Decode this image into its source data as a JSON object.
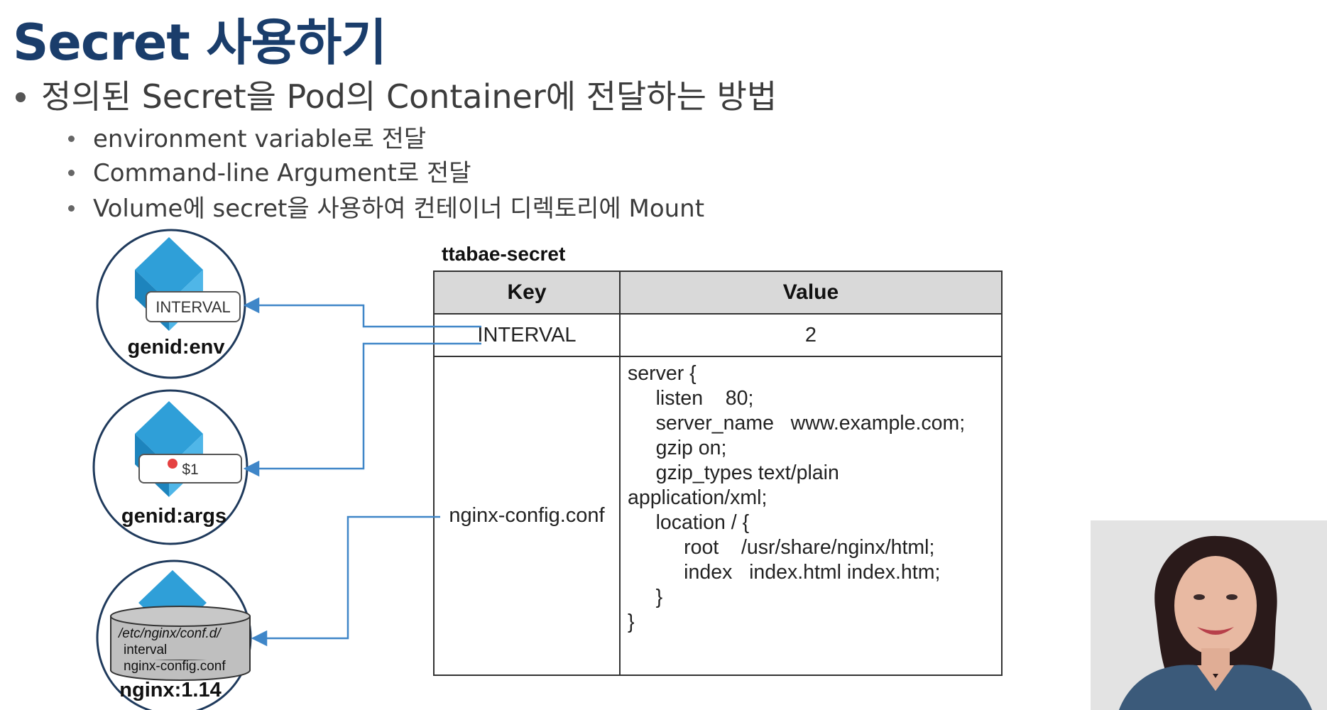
{
  "slide": {
    "title": "Secret 사용하기",
    "bullet_main": "정의된 Secret을 Pod의 Container에 전달하는 방법",
    "sub_bullets": [
      "environment variable로 전달",
      "Command-line Argument로 전달",
      "Volume에 secret을 사용하여 컨테이너 디렉토리에 Mount"
    ]
  },
  "secret_table": {
    "name": "ttabae-secret",
    "headers": [
      "Key",
      "Value"
    ],
    "rows": [
      {
        "key": "INTERVAL",
        "value": "2"
      },
      {
        "key": "nginx-config.conf",
        "value_lines": [
          "server {",
          "     listen    80;",
          "     server_name   www.example.com;",
          "     gzip on;",
          "     gzip_types text/plain",
          "application/xml;",
          "     location / {",
          "          root    /usr/share/nginx/html;",
          "          index   index.html index.htm;",
          "     }",
          "}"
        ]
      }
    ]
  },
  "pods": [
    {
      "name": "genid:env",
      "box_label": "INTERVAL"
    },
    {
      "name": "genid:args",
      "box_label": "$1"
    },
    {
      "name": "nginx:1.14",
      "volume_lines": [
        "/etc/nginx/conf.d/",
        "interval",
        "nginx-config.conf"
      ]
    }
  ],
  "colors": {
    "title": "#1a3d6b",
    "cube": "#2f9fd8",
    "connector": "#3f86c8",
    "header_bg": "#d9d9d9",
    "volume_fill": "#bfbfbf",
    "cursor_dot": "#e02020"
  },
  "icons": [
    "cube-icon",
    "volume-cylinder-icon",
    "cursor-dot-icon"
  ]
}
